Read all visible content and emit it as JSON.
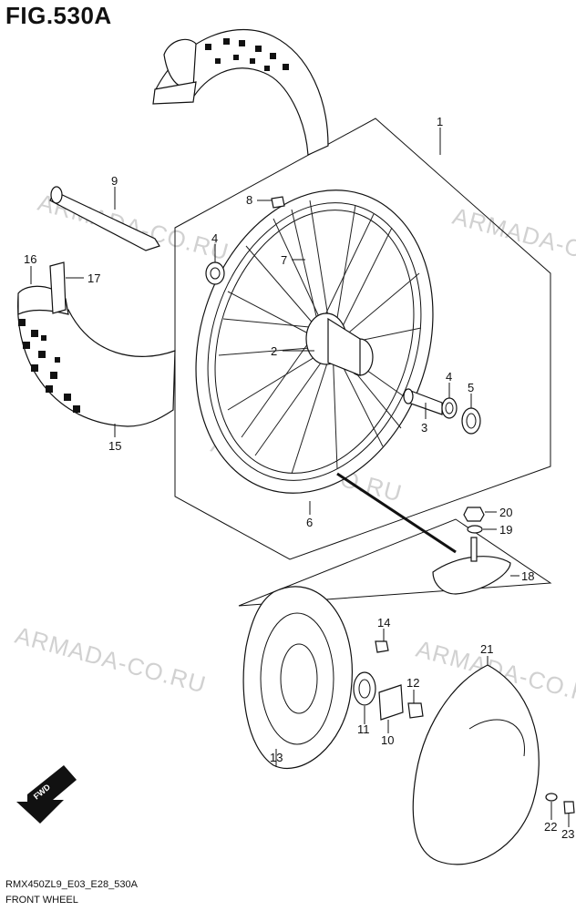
{
  "figure": {
    "title": "FIG.530A"
  },
  "watermarks": [
    "ARMADA-CO.RU",
    "ARMADA-CO.RU",
    "ARMADA-CO.RU",
    "ARMADA-CO.RU",
    "ARMADA-CO.RU"
  ],
  "callouts": [
    "1",
    "2",
    "3",
    "4",
    "4",
    "5",
    "6",
    "7",
    "8",
    "9",
    "10",
    "11",
    "12",
    "13",
    "14",
    "15",
    "16",
    "17",
    "18",
    "19",
    "20",
    "21",
    "22",
    "23"
  ],
  "fwd_label": "FWD",
  "footer": {
    "code": "RMX450ZL9_E03_E28_530A",
    "name": "FRONT WHEEL"
  }
}
